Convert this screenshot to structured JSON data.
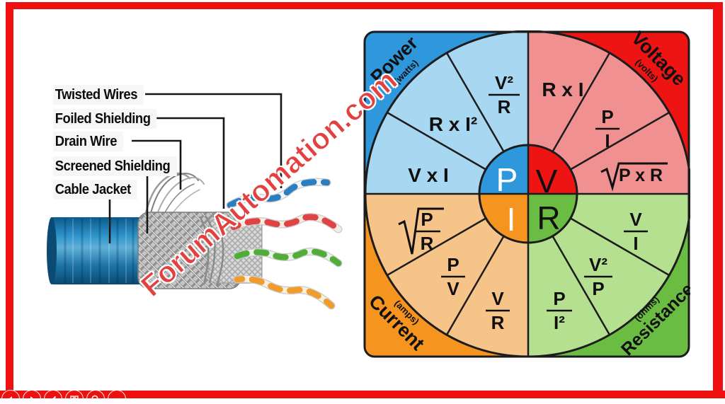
{
  "page": {
    "frame_color": "#ee0f0f",
    "background": "#ffffff"
  },
  "watermark": {
    "text": "ForumAutomation.com",
    "color": "#e34040"
  },
  "cable": {
    "labels": [
      "Twisted Wires",
      "Foiled Shielding",
      "Drain Wire",
      "Screened Shielding",
      "Cable Jacket"
    ],
    "pair_colors": [
      "blue",
      "red",
      "green",
      "orange"
    ]
  },
  "wheel": {
    "center": {
      "p": "P",
      "v": "V",
      "i": "I",
      "r": "R"
    },
    "power": {
      "label": "Power",
      "unit": "(watts)",
      "f1": "V x I",
      "f2": "R x I²",
      "f3_num": "V²",
      "f3_den": "R"
    },
    "voltage": {
      "label": "Voltage",
      "unit": "(volts)",
      "f1": "R x I",
      "f2_num": "P",
      "f2_den": "I",
      "f3_sqrt": "P x R"
    },
    "current": {
      "label": "Current",
      "unit": "(amps)",
      "f1_num": "P",
      "f1_den": "R",
      "f2_num": "P",
      "f2_den": "V",
      "f3_num": "V",
      "f3_den": "R"
    },
    "resistance": {
      "label": "Resistance",
      "unit": "(ohms)",
      "f1_num": "P",
      "f1_den": "I²",
      "f2_num": "V²",
      "f2_den": "P",
      "f3_num": "V",
      "f3_den": "I"
    },
    "colors": {
      "power": "#2f98dd",
      "power_light": "#a8d7f2",
      "voltage": "#ee1414",
      "voltage_light": "#f19090",
      "current": "#f5941f",
      "current_light": "#f6c488",
      "resistance": "#6abd42",
      "resistance_light": "#b5e08f",
      "line": "#1c1c1c"
    }
  },
  "toolbar": {
    "icons": [
      "previous-slide",
      "next-slide",
      "pen",
      "see-all-slides",
      "zoom",
      "more-options"
    ]
  }
}
